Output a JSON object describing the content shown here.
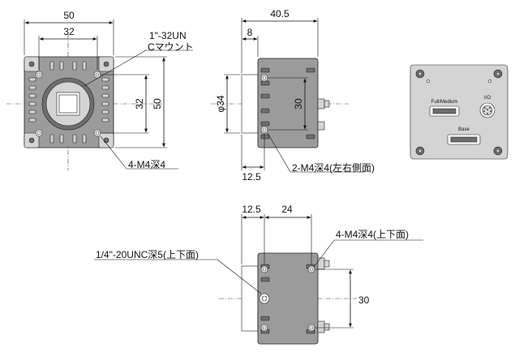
{
  "front_view": {
    "dim_width": "50",
    "dim_inner_width": "32",
    "dim_inner_height": "32",
    "dim_height": "50",
    "mount_label_line1": "1\"-32UN",
    "mount_label_line2": "Cマウント",
    "holes_label": "4-M4深4"
  },
  "side_view": {
    "dim_length": "40.5",
    "dim_flange": "8",
    "dim_diameter": "φ34",
    "dim_hole_spacing": "30",
    "dim_offset": "12.5",
    "holes_label": "2-M4深4(左右側面)"
  },
  "rear_view": {
    "connector_label_1": "Full/Medium",
    "connector_label_2": "I/O",
    "connector_label_3": "Base"
  },
  "bottom_view": {
    "dim_offset": "12.5",
    "dim_spacing": "24",
    "tripod_label": "1/4\"-20UNC深5(上下面)",
    "holes_label": "4-M4深4(上下面)",
    "dim_hole_spacing": "30"
  }
}
